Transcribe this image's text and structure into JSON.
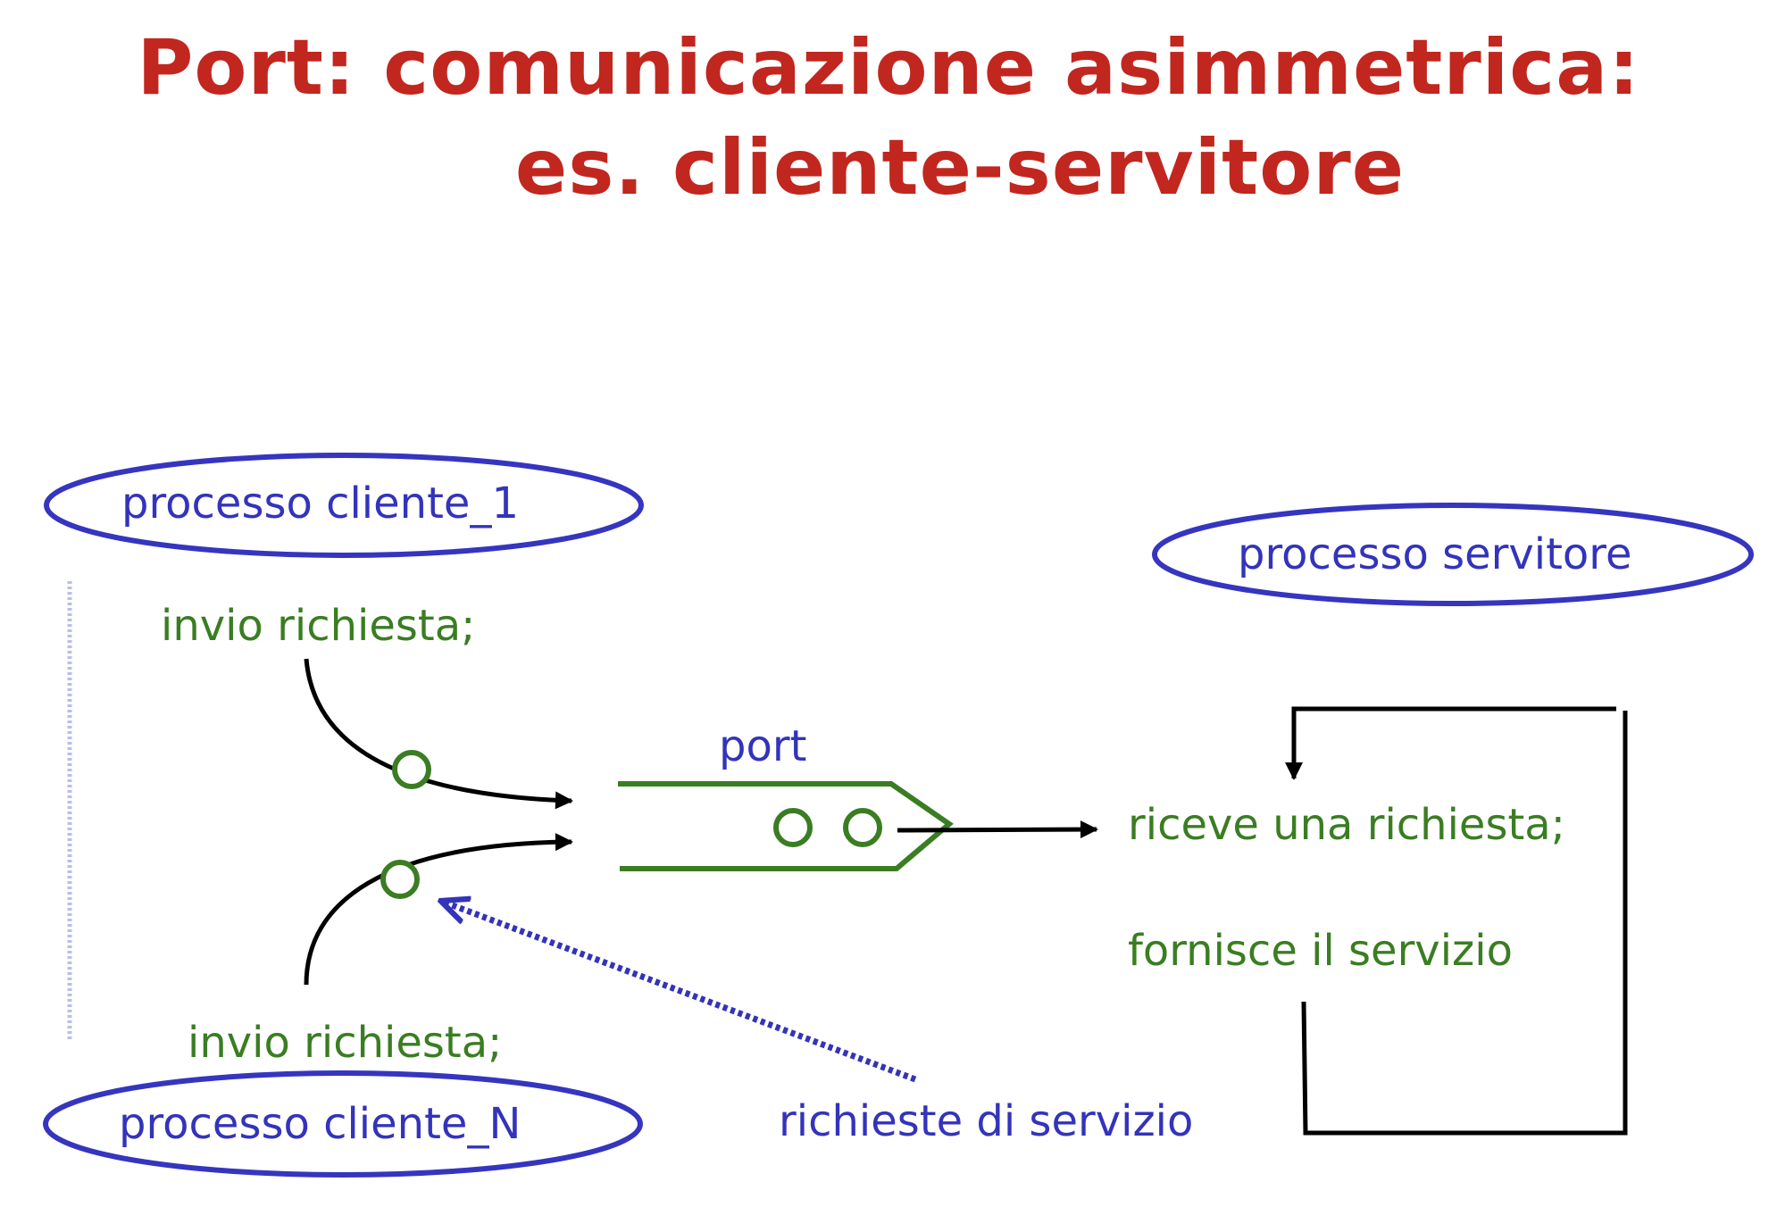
{
  "title": {
    "line1": "Port: comunicazione asimmetrica:",
    "line2": "es. cliente-servitore"
  },
  "nodes": {
    "client1": "processo cliente_1",
    "clientN": "processo cliente_N",
    "server": "processo servitore"
  },
  "labels": {
    "send_request_1": "invio richiesta;",
    "send_request_n": "invio richiesta;",
    "port": "port",
    "receive": "riceve una richiesta;",
    "provide": "fornisce il servizio",
    "requests": "richieste di servizio"
  },
  "colors": {
    "title": "#c1271f",
    "process": "#3333bb",
    "action": "#3a7d22",
    "arrow": "#000000"
  }
}
